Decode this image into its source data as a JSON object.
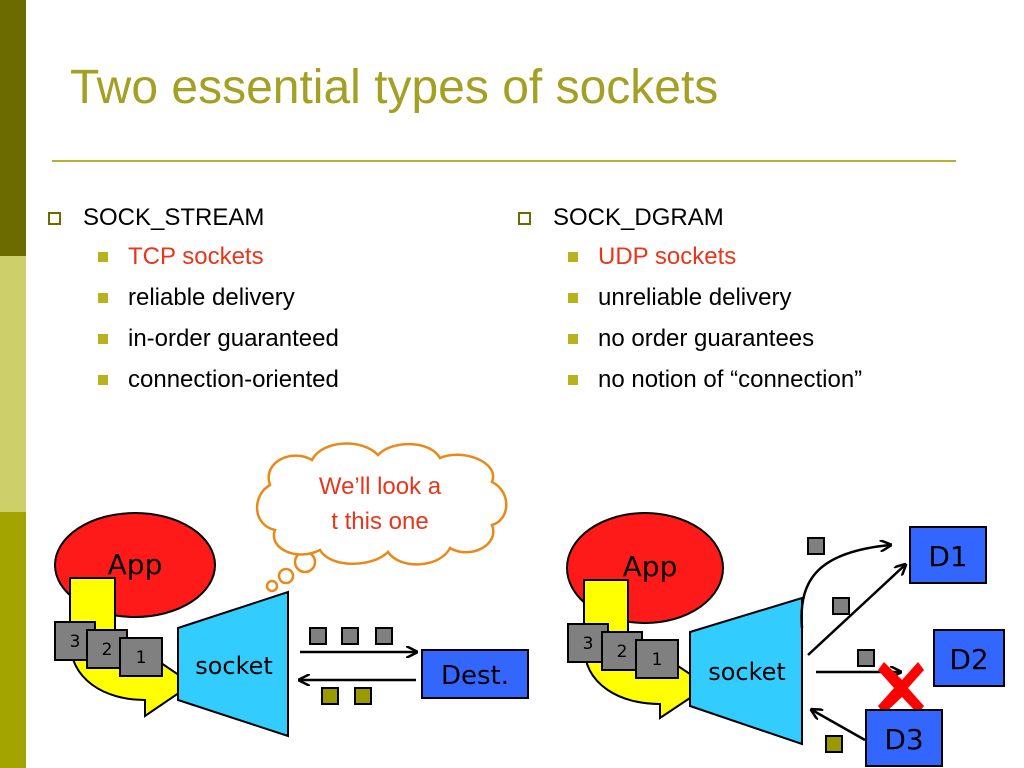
{
  "slide": {
    "title": "Two essential types of sockets"
  },
  "left_column": {
    "heading": "SOCK_STREAM",
    "items": [
      "TCP sockets",
      "reliable delivery",
      "in-order guaranteed",
      "connection-oriented"
    ]
  },
  "right_column": {
    "heading": "SOCK_DGRAM",
    "items": [
      "UDP sockets",
      "unreliable delivery",
      "no order guarantees",
      "no notion of “connection”"
    ]
  },
  "left_diagram": {
    "app": "App",
    "socket": "socket",
    "packets": [
      "3",
      "2",
      "1"
    ],
    "dest": "Dest.",
    "callout_line1": "We’ll look a",
    "callout_line2": "t this one"
  },
  "right_diagram": {
    "app": "App",
    "socket": "socket",
    "packets": [
      "3",
      "2",
      "1"
    ],
    "dest1": "D1",
    "dest2": "D2",
    "dest3": "D3"
  },
  "colors": {
    "accent": "#a3a023",
    "highlight_text": "#e8361c",
    "app_fill": "#ff1a1a",
    "socket_fill": "#33ccff",
    "arrow_fill": "#ffff00",
    "dest_fill": "#3366ff",
    "packet_out": "#808080",
    "packet_in": "#999900",
    "error_mark": "#ff0000"
  }
}
